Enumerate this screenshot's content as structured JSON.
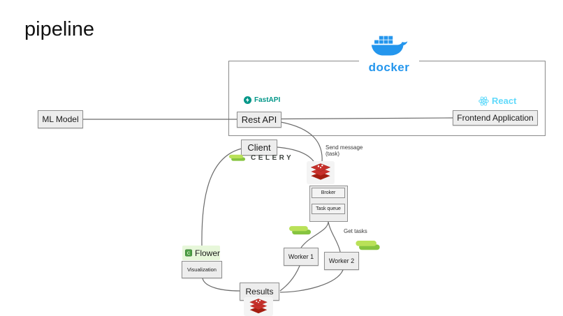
{
  "title": "pipeline",
  "docker_group": {
    "logo_label": "docker"
  },
  "tech_labels": {
    "fastapi": "FastAPI",
    "react": "React",
    "celery": "CELERY",
    "flower": "Flower"
  },
  "nodes": {
    "ml_model": {
      "label": "ML Model"
    },
    "rest_api": {
      "label": "Rest API"
    },
    "frontend_application": {
      "label": "Frontend Application"
    },
    "client": {
      "label": "Client"
    },
    "broker": {
      "label": "Broker"
    },
    "task_queue": {
      "label": "Task queue"
    },
    "worker_1": {
      "label": "Worker 1"
    },
    "worker_2": {
      "label": "Worker 2"
    },
    "visualization": {
      "label": "Visualization"
    },
    "results": {
      "label": "Results"
    }
  },
  "annotations": {
    "send_message_line1": "Send message",
    "send_message_line2": "(task)",
    "get_tasks": "Get tasks"
  },
  "colors": {
    "docker_blue": "#2496ED",
    "react_blue": "#61DAFB",
    "fastapi_teal": "#009688",
    "celery_green_light": "#b9e158",
    "celery_green_dark": "#86c440",
    "redis_red": "#C6302B",
    "flower_green": "#4C9E45",
    "box_fill": "#EDEDED",
    "box_border": "#8F8F8F",
    "connector_gray": "#6B6B6B"
  }
}
